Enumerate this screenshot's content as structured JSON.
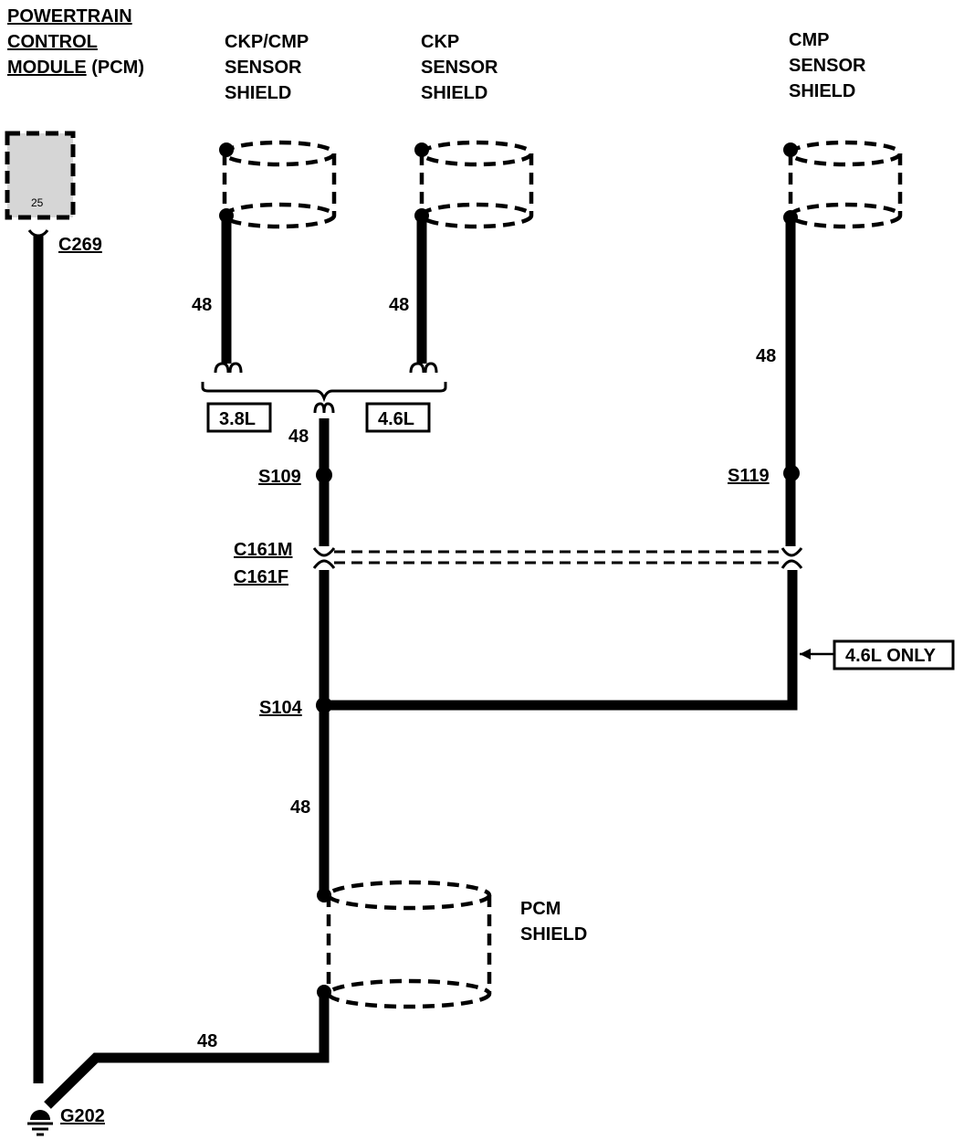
{
  "pcm": {
    "title_line1": "POWERTRAIN",
    "title_line2": "CONTROL",
    "title_line3a": "MODULE",
    "title_line3b": " (PCM)",
    "pin": "25",
    "connector": "C269"
  },
  "shields": {
    "ckp_cmp": [
      "CKP/CMP",
      "SENSOR",
      "SHIELD"
    ],
    "ckp": [
      "CKP",
      "SENSOR",
      "SHIELD"
    ],
    "cmp": [
      "CMP",
      "SENSOR",
      "SHIELD"
    ],
    "pcm": [
      "PCM",
      "SHIELD"
    ]
  },
  "circuits": {
    "ckp_cmp_wire": "48",
    "ckp_wire": "48",
    "cmp_wire": "48",
    "merged_wire": "48",
    "s104_down_wire": "48",
    "ground_wire": "48"
  },
  "options": {
    "engine_a": "3.8L",
    "engine_b": "4.6L",
    "only_note": "4.6L ONLY"
  },
  "splices": {
    "s109": "S109",
    "s119": "S119",
    "s104": "S104"
  },
  "connectors": {
    "male": "C161M",
    "female": "C161F"
  },
  "ground": "G202"
}
